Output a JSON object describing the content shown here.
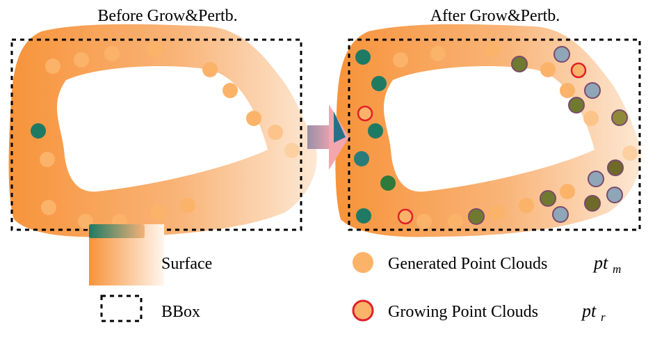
{
  "panels": {
    "before_title": "Before Grow&Pertb.",
    "after_title": "After Grow&Pertb."
  },
  "legend": {
    "surface": "Surface",
    "bbox": "BBox",
    "generated_label": "Generated Point Clouds",
    "generated_symbol": "pt",
    "generated_sub": "m",
    "growing_label": "Growing Point Clouds",
    "growing_symbol": "pt",
    "growing_sub": "r"
  },
  "colors": {
    "surface_orange": "#f7953a",
    "generated_point": "#fbb36a",
    "teal_point": "#1f7a64",
    "olive_point": "#6f7a30",
    "blue_grey_point": "#8fa6b8",
    "growing_ring": "#e0202a",
    "arrow_pink": "#f4a6ae",
    "arrow_teal": "#1a6e86"
  }
}
